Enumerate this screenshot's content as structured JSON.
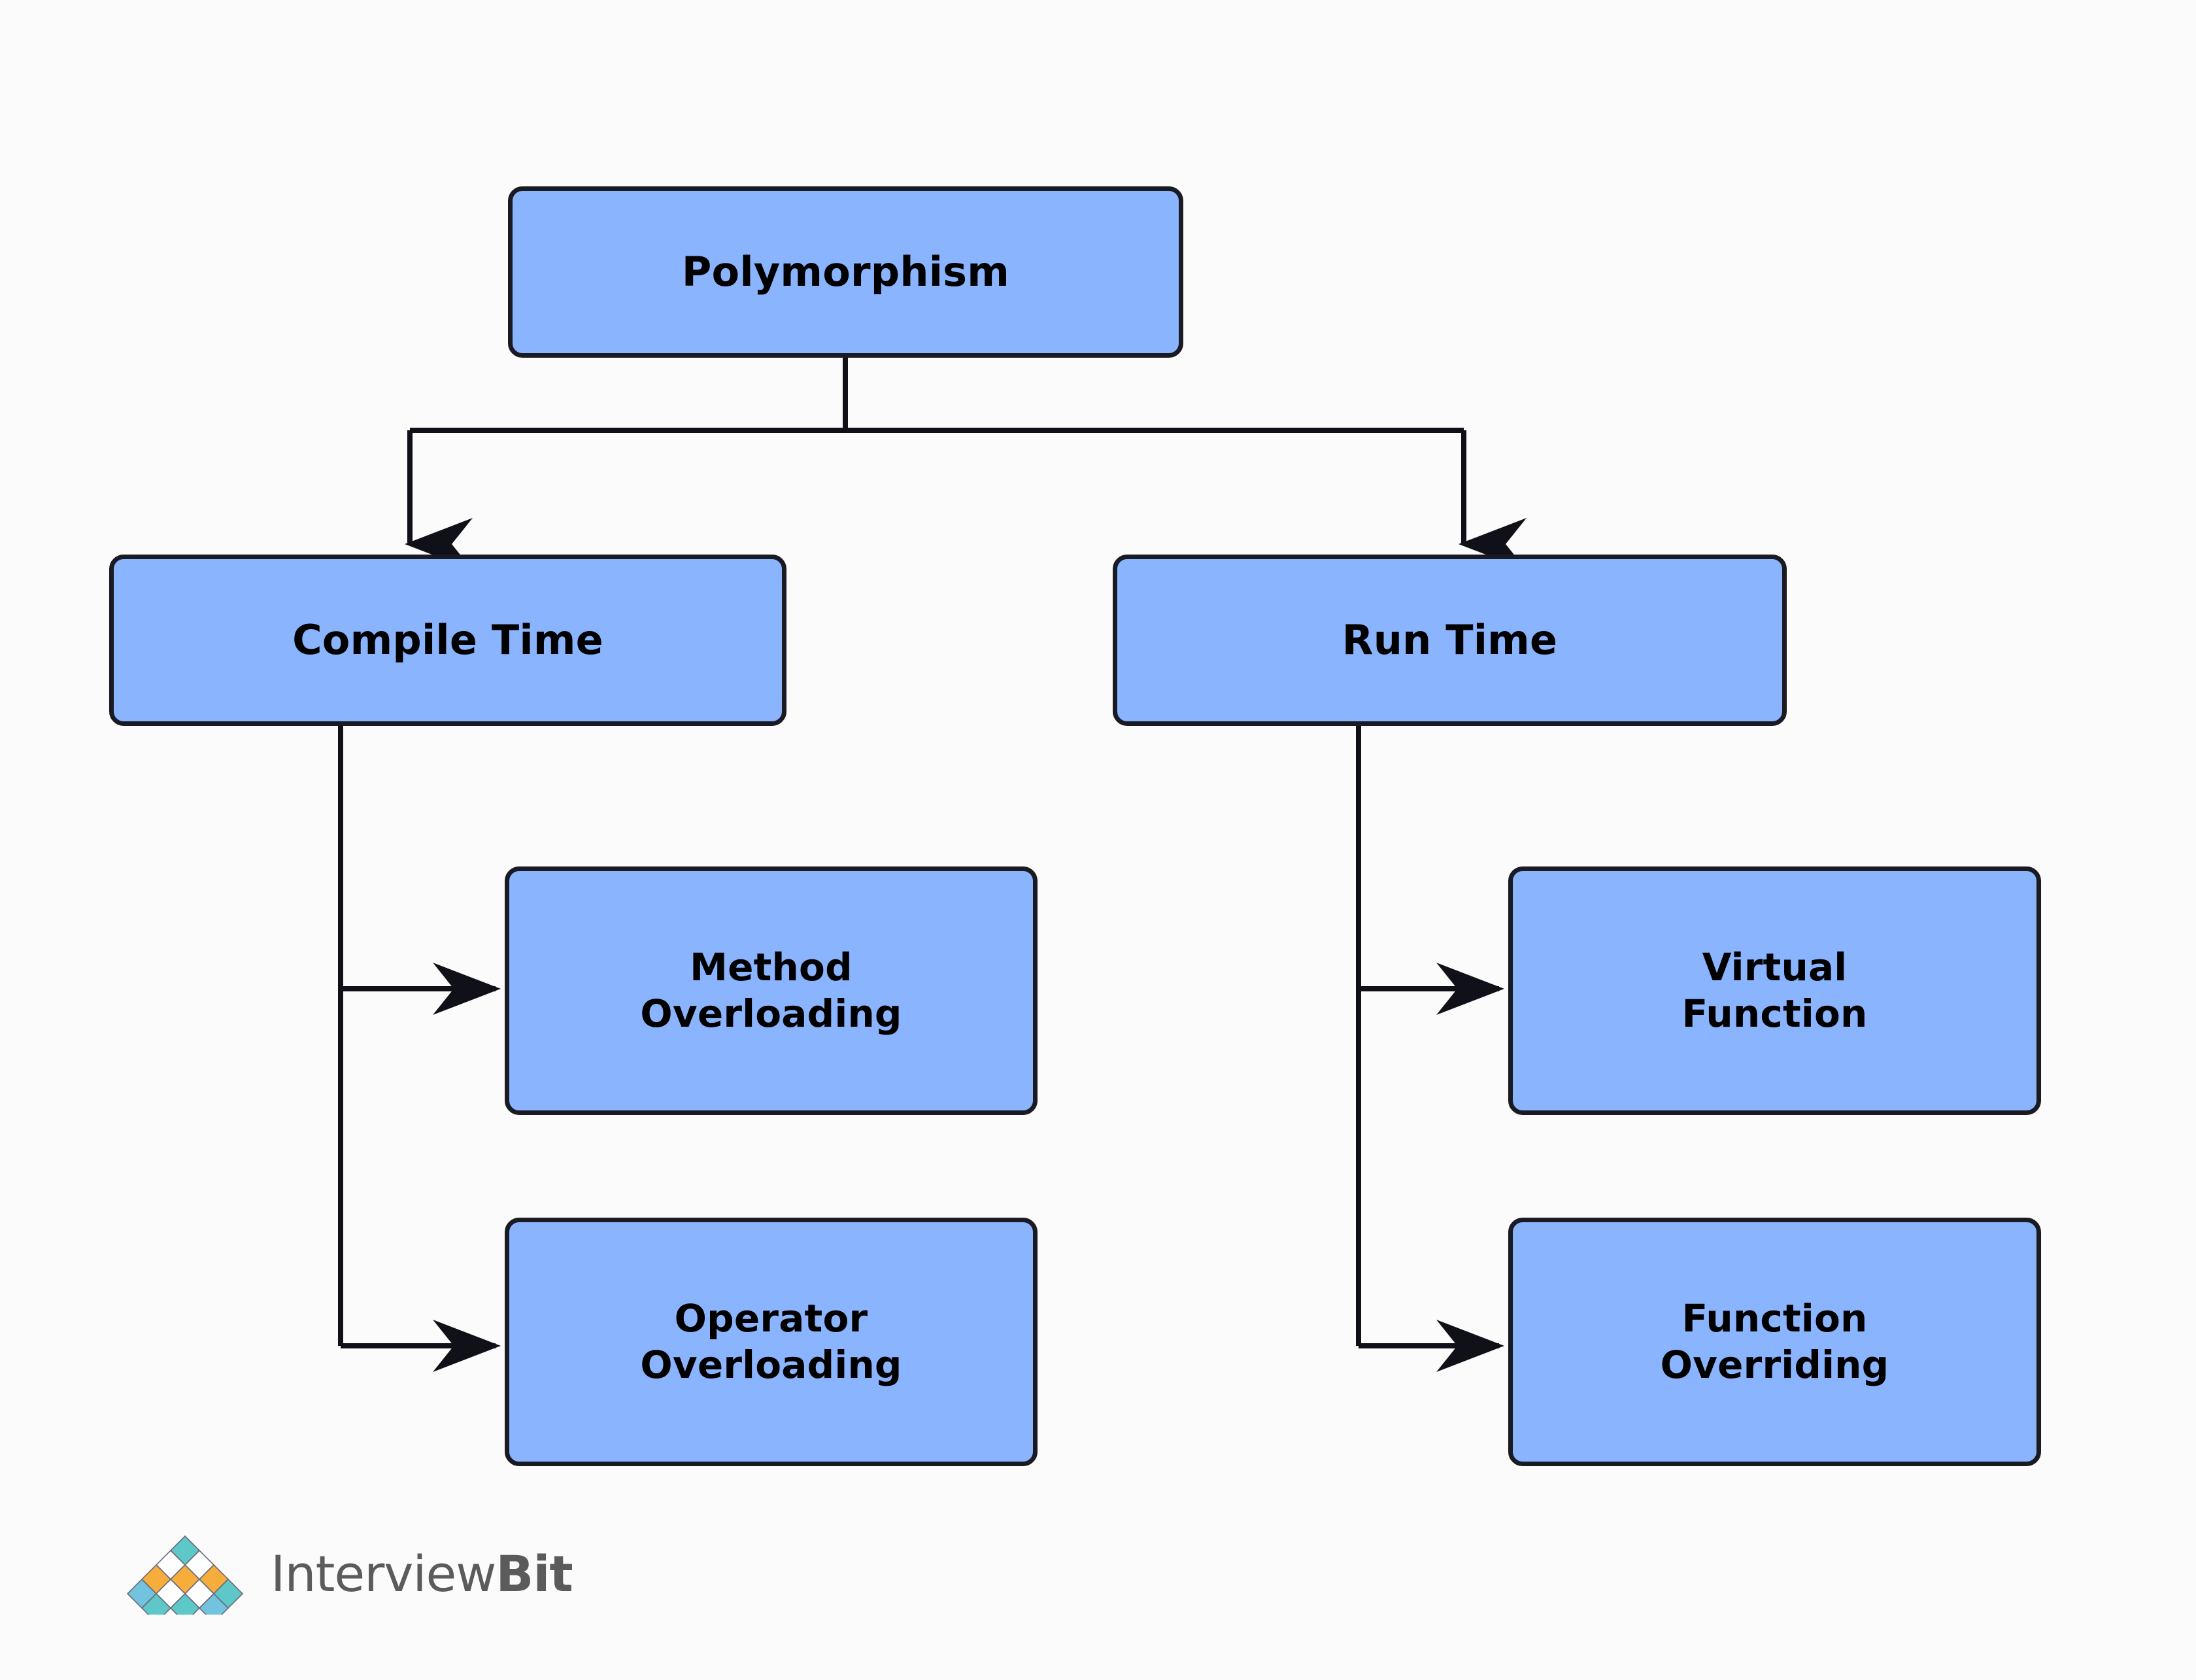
{
  "diagram": {
    "title": "Polymorphism",
    "colors": {
      "node_fill": "#8ab4fe",
      "node_border": "#1a1a22",
      "edge": "#101018",
      "background": "#fbfbfb",
      "logo_teal": "#5ec8c8",
      "logo_orange": "#f6ad3c",
      "logo_blue": "#73c0e0",
      "logo_text": "#5b5b5b"
    },
    "nodes": {
      "root": "Polymorphism",
      "compile_time": "Compile Time",
      "run_time": "Run Time",
      "method_overloading": "Method\nOverloading",
      "operator_overloading": "Operator\nOverloading",
      "virtual_function": "Virtual\nFunction",
      "function_overriding": "Function\nOverriding"
    },
    "edges": [
      {
        "from": "Polymorphism",
        "to": "Compile Time",
        "style": "elbow-arrow"
      },
      {
        "from": "Polymorphism",
        "to": "Run Time",
        "style": "elbow-arrow"
      },
      {
        "from": "Compile Time",
        "to": "Method Overloading",
        "style": "elbow-arrow"
      },
      {
        "from": "Compile Time",
        "to": "Operator Overloading",
        "style": "elbow-arrow"
      },
      {
        "from": "Run Time",
        "to": "Virtual Function",
        "style": "elbow-arrow"
      },
      {
        "from": "Run Time",
        "to": "Function Overriding",
        "style": "elbow-arrow"
      }
    ]
  },
  "logo": {
    "name_light": "Interview",
    "name_bold": "Bit"
  }
}
